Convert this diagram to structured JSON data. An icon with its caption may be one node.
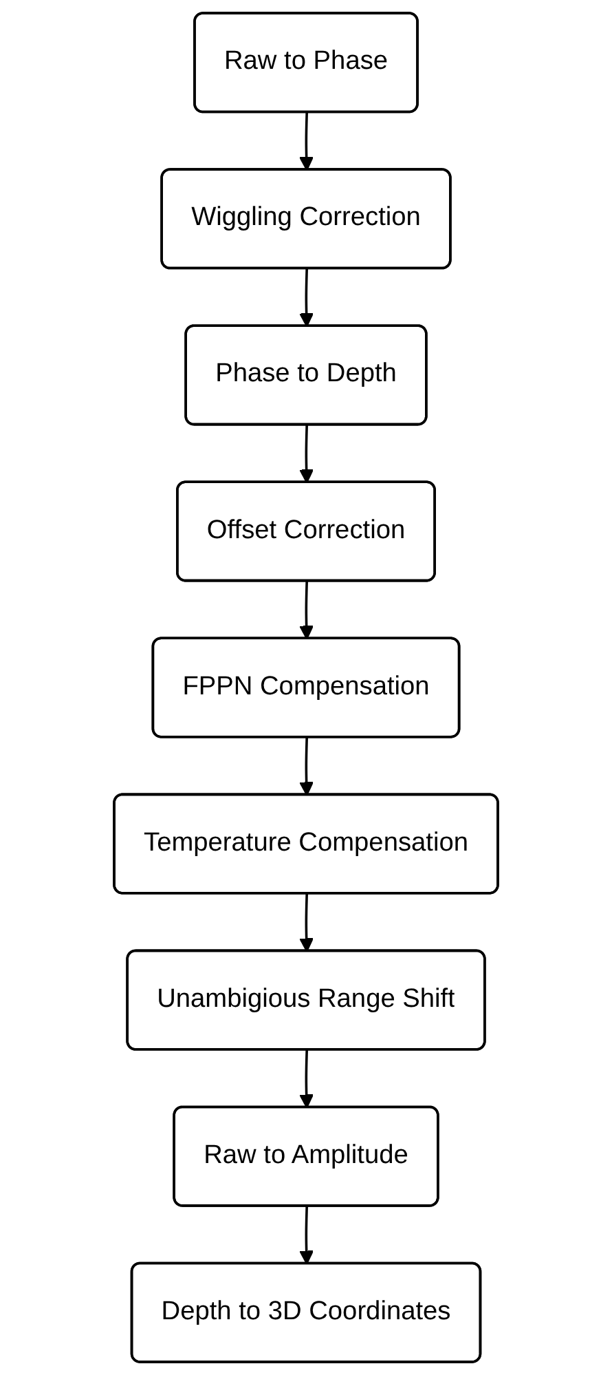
{
  "diagram": {
    "nodes": [
      {
        "text": [
          "Raw to Phase"
        ]
      },
      {
        "text": [
          "Wiggling Correction"
        ]
      },
      {
        "text": [
          "Phase to Depth"
        ]
      },
      {
        "text": [
          "Offset Correction"
        ]
      },
      {
        "text": [
          "FPPN Compensation"
        ]
      },
      {
        "text": [
          "Temperature Compensation"
        ]
      },
      {
        "text": [
          "Unambigious Range Shift"
        ]
      },
      {
        "text": [
          "Raw to Amplitude"
        ]
      },
      {
        "text": [
          "Depth to 3D Coordinates"
        ]
      }
    ],
    "edges": [
      {
        "from": 0,
        "to": 1,
        "arrow": "to"
      },
      {
        "from": 1,
        "to": 2,
        "arrow": "to"
      },
      {
        "from": 2,
        "to": 3,
        "arrow": "to"
      },
      {
        "from": 3,
        "to": 4,
        "arrow": "to"
      },
      {
        "from": 4,
        "to": 5,
        "arrow": "to"
      },
      {
        "from": 5,
        "to": 6,
        "arrow": "to"
      },
      {
        "from": 6,
        "to": 7,
        "arrow": "to"
      },
      {
        "from": 7,
        "to": 8,
        "arrow": "to"
      }
    ]
  }
}
